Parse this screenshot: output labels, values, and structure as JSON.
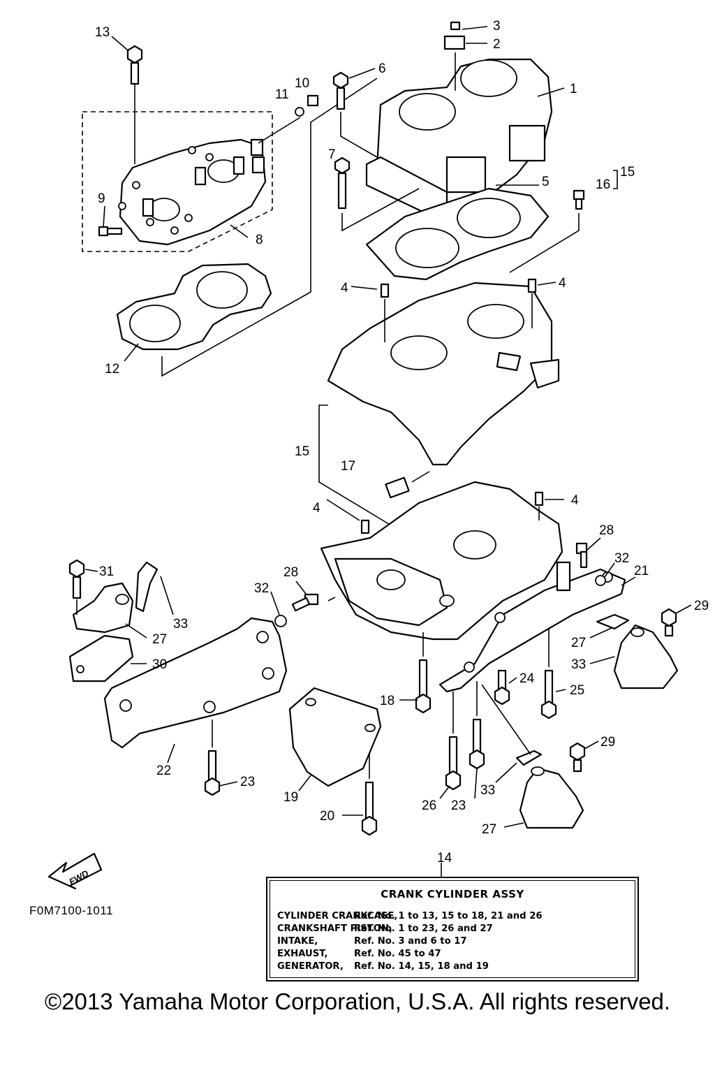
{
  "diagram": {
    "callouts": [
      "13",
      "3",
      "2",
      "6",
      "10",
      "11",
      "1",
      "7",
      "15",
      "16",
      "5",
      "9",
      "8",
      "4",
      "4",
      "12",
      "15",
      "17",
      "4",
      "4",
      "28",
      "31",
      "32",
      "28",
      "32",
      "21",
      "29",
      "33",
      "27",
      "30",
      "27",
      "33",
      "24",
      "25",
      "18",
      "22",
      "23",
      "19",
      "29",
      "33",
      "26",
      "23",
      "20",
      "27"
    ],
    "fwd_label": "FWD"
  },
  "assy_table": {
    "ref_number": "14",
    "title": "CRANK CYLINDER ASSY",
    "rows": [
      {
        "name": "CYLINDER CRANKCASE,",
        "refs": "Ref. No. 1 to 13, 15 to 18, 21 and 26"
      },
      {
        "name": "CRANKSHAFT PISTON,",
        "refs": "Ref. No. 1 to 23, 26 and 27"
      },
      {
        "name": "INTAKE,",
        "refs": "Ref. No. 3 and 6 to 17"
      },
      {
        "name": "EXHAUST,",
        "refs": "Ref. No. 45 to 47"
      },
      {
        "name": "GENERATOR,",
        "refs": "Ref. No. 14, 15, 18 and 19"
      }
    ]
  },
  "drawing_code": "F0M7100-1011",
  "copyright": "©2013 Yamaha Motor Corporation, U.S.A. All rights reserved."
}
